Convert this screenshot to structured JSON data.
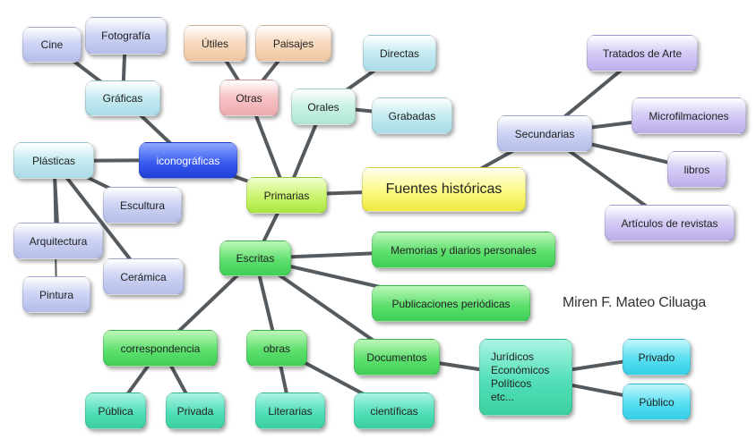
{
  "diagram": {
    "central": "Fuentes históricas",
    "author": "Miren F. Mateo Ciluaga",
    "nodes": {
      "cine": "Cine",
      "fotografia": "Fotografía",
      "graficas": "Gráficas",
      "utiles": "Útiles",
      "paisajes": "Paisajes",
      "otras": "Otras",
      "directas": "Directas",
      "orales": "Orales",
      "grabadas": "Grabadas",
      "plasticas": "Plásticas",
      "iconograficas": "iconográficas",
      "escultura": "Escultura",
      "arquitectura": "Arquitectura",
      "pintura": "Pintura",
      "ceramica": "Cerámica",
      "primarias": "Primarias",
      "escritas": "Escritas",
      "memorias": "Memorias y diarios personales",
      "publicaciones": "Publicaciones periódicas",
      "documentos": "Documentos",
      "correspondencia": "correspondencia",
      "obras": "obras",
      "publica": "Pública",
      "privada": "Privada",
      "literarias": "Literarias",
      "cientificas": "científicas",
      "juridicos": [
        "Jurídicos",
        "Económicos",
        "Políticos",
        "etc..."
      ],
      "privado": "Privado",
      "publico": "Público",
      "secundarias": "Secundarias",
      "tratados": "Tratados de Arte",
      "microfilmaciones": "Microfilmaciones",
      "libros": "libros",
      "articulos": "Artículos de revistas"
    }
  }
}
